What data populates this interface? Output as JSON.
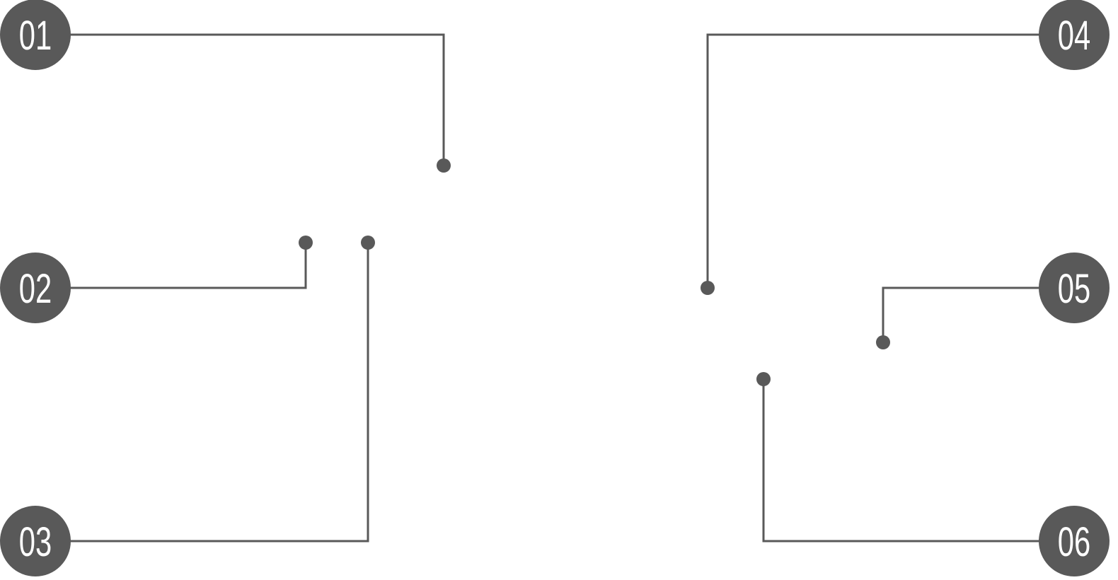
{
  "callouts": [
    {
      "label": "01"
    },
    {
      "label": "02"
    },
    {
      "label": "03"
    },
    {
      "label": "04"
    },
    {
      "label": "05"
    },
    {
      "label": "06"
    }
  ],
  "colors": {
    "marker": "#595959",
    "text": "#ffffff",
    "background": "#ffffff"
  }
}
